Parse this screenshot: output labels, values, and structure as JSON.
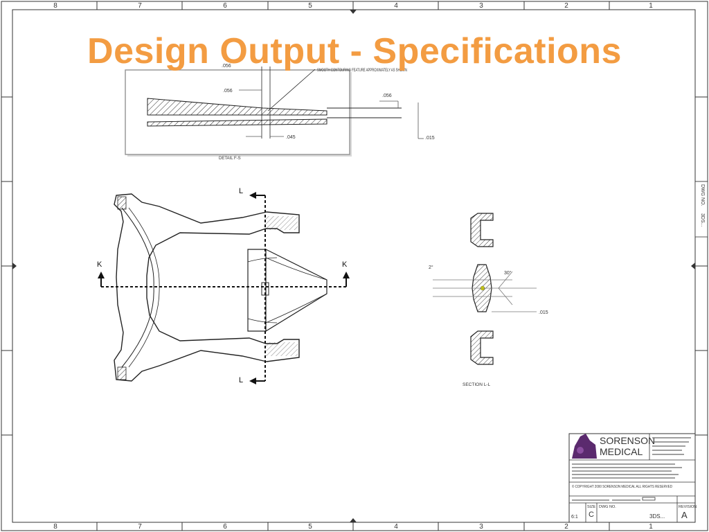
{
  "slide": {
    "title": "Design Output - Specifications"
  },
  "border": {
    "top_zones": [
      "8",
      "7",
      "6",
      "5",
      "4",
      "3",
      "2",
      "1"
    ],
    "bottom_zones": [
      "8",
      "7",
      "6",
      "5",
      "4",
      "3",
      "2",
      "1"
    ]
  },
  "drawing": {
    "detail_note": "SMOOTH CONTOURING FEATURE APPROXIMATELY AS SHOWN",
    "detail_label": "DETAIL F-S",
    "dim_056_a": ".056",
    "dim_056_b": ".056",
    "dim_045": ".045",
    "dim_015_detail": ".015",
    "section_label": "SECTION L-L",
    "label_k_left": "K",
    "label_k_right": "K",
    "label_l_top": "L",
    "label_l_bottom": "L",
    "dim_angle_30": "30°",
    "dim_small_2": "2°",
    "dim_015_section": ".015"
  },
  "title_block": {
    "company_line1": "SORENSON",
    "company_line2": "MEDICAL",
    "copyright": "© COPYRIGHT 2000 SORENSON MEDICAL ALL RIGHTS RESERVED",
    "size_label": "SIZE",
    "size_value": "C",
    "dwg_no_label": "DWG NO.",
    "dwg_no_value": "3DS...",
    "rev_label": "REVISION",
    "rev_value": "A",
    "scale_value": "6:1",
    "side_dwg_label": "DWG NO.",
    "side_dwg_value": "3DS..."
  }
}
